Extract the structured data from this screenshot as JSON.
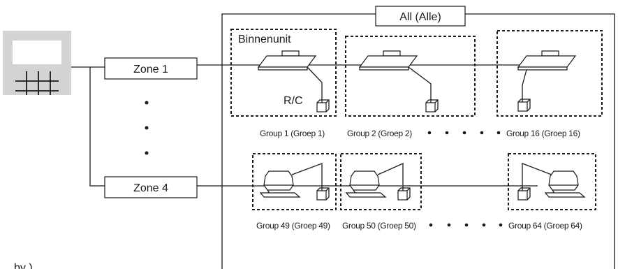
{
  "all_label": "All (Alle)",
  "indoor_unit_label": "Binnenunit",
  "rc_label": "R/C",
  "zones": {
    "zone1": "Zone 1",
    "zone4": "Zone 4"
  },
  "groups_top": {
    "g1": "Group 1 (Groep 1)",
    "g2": "Group 2 (Groep 2)",
    "g16": "Group 16 (Groep 16)"
  },
  "groups_bottom": {
    "g49": "Group 49 (Groep 49)",
    "g50": "Group 50 (Groep 50)",
    "g64": "Group 64 (Groep 64)"
  },
  "cropped_text": "by )",
  "colors": {
    "line": "#1a1a1a",
    "controller_bg": "#d3d3d3"
  },
  "icons": [
    "central-controller-icon",
    "cassette-indoor-unit-icon",
    "ceiling-suspended-unit-icon",
    "remote-controller-icon"
  ]
}
